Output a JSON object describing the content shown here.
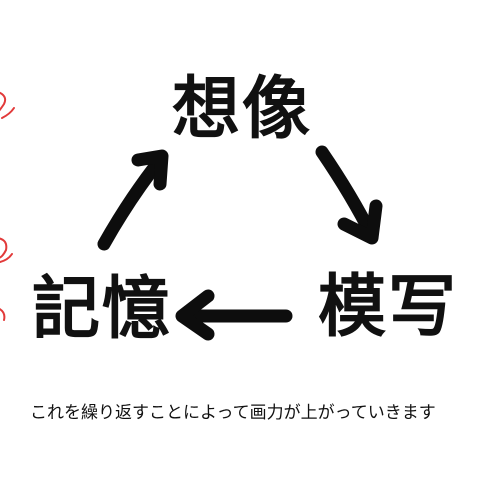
{
  "nodes": {
    "top": "想像",
    "right": "模写",
    "left": "記憶"
  },
  "caption": "これを繰り返すことによって画力が上がっていきます",
  "colors": {
    "ink": "#0d0d0d",
    "margin_marks": "#e23a3a",
    "background": "#ffffff"
  }
}
